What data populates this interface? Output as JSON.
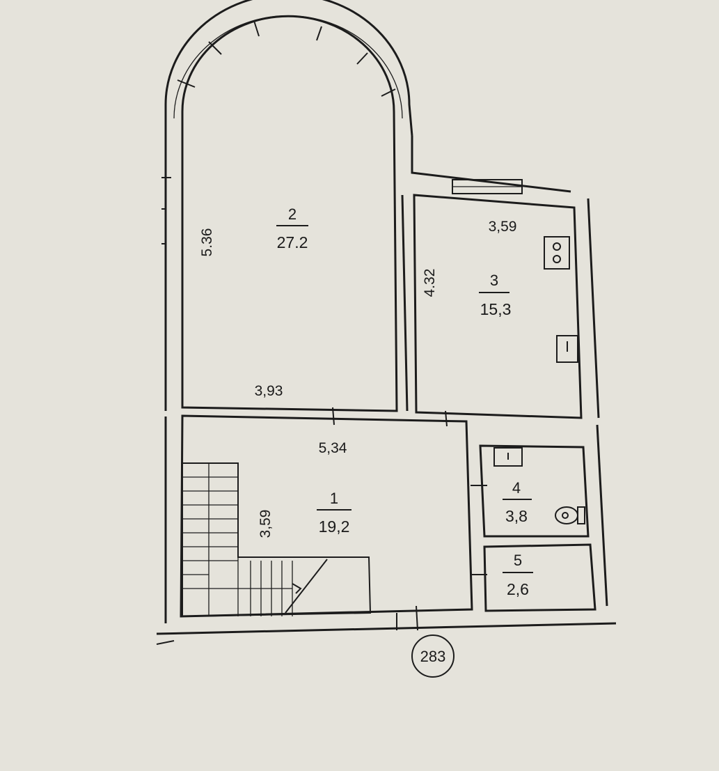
{
  "rooms": [
    {
      "number": "1",
      "area": "19,2"
    },
    {
      "number": "2",
      "area": "27.2"
    },
    {
      "number": "3",
      "area": "15,3"
    },
    {
      "number": "4",
      "area": "3,8"
    },
    {
      "number": "5",
      "area": "2,6"
    }
  ],
  "dimensions": {
    "room2_height": "5.36",
    "room2_width": "3,93",
    "room3_width": "3,59",
    "room3_height": "4.32",
    "room1_width": "5,34",
    "room1_height": "3,59"
  },
  "marker": "283"
}
